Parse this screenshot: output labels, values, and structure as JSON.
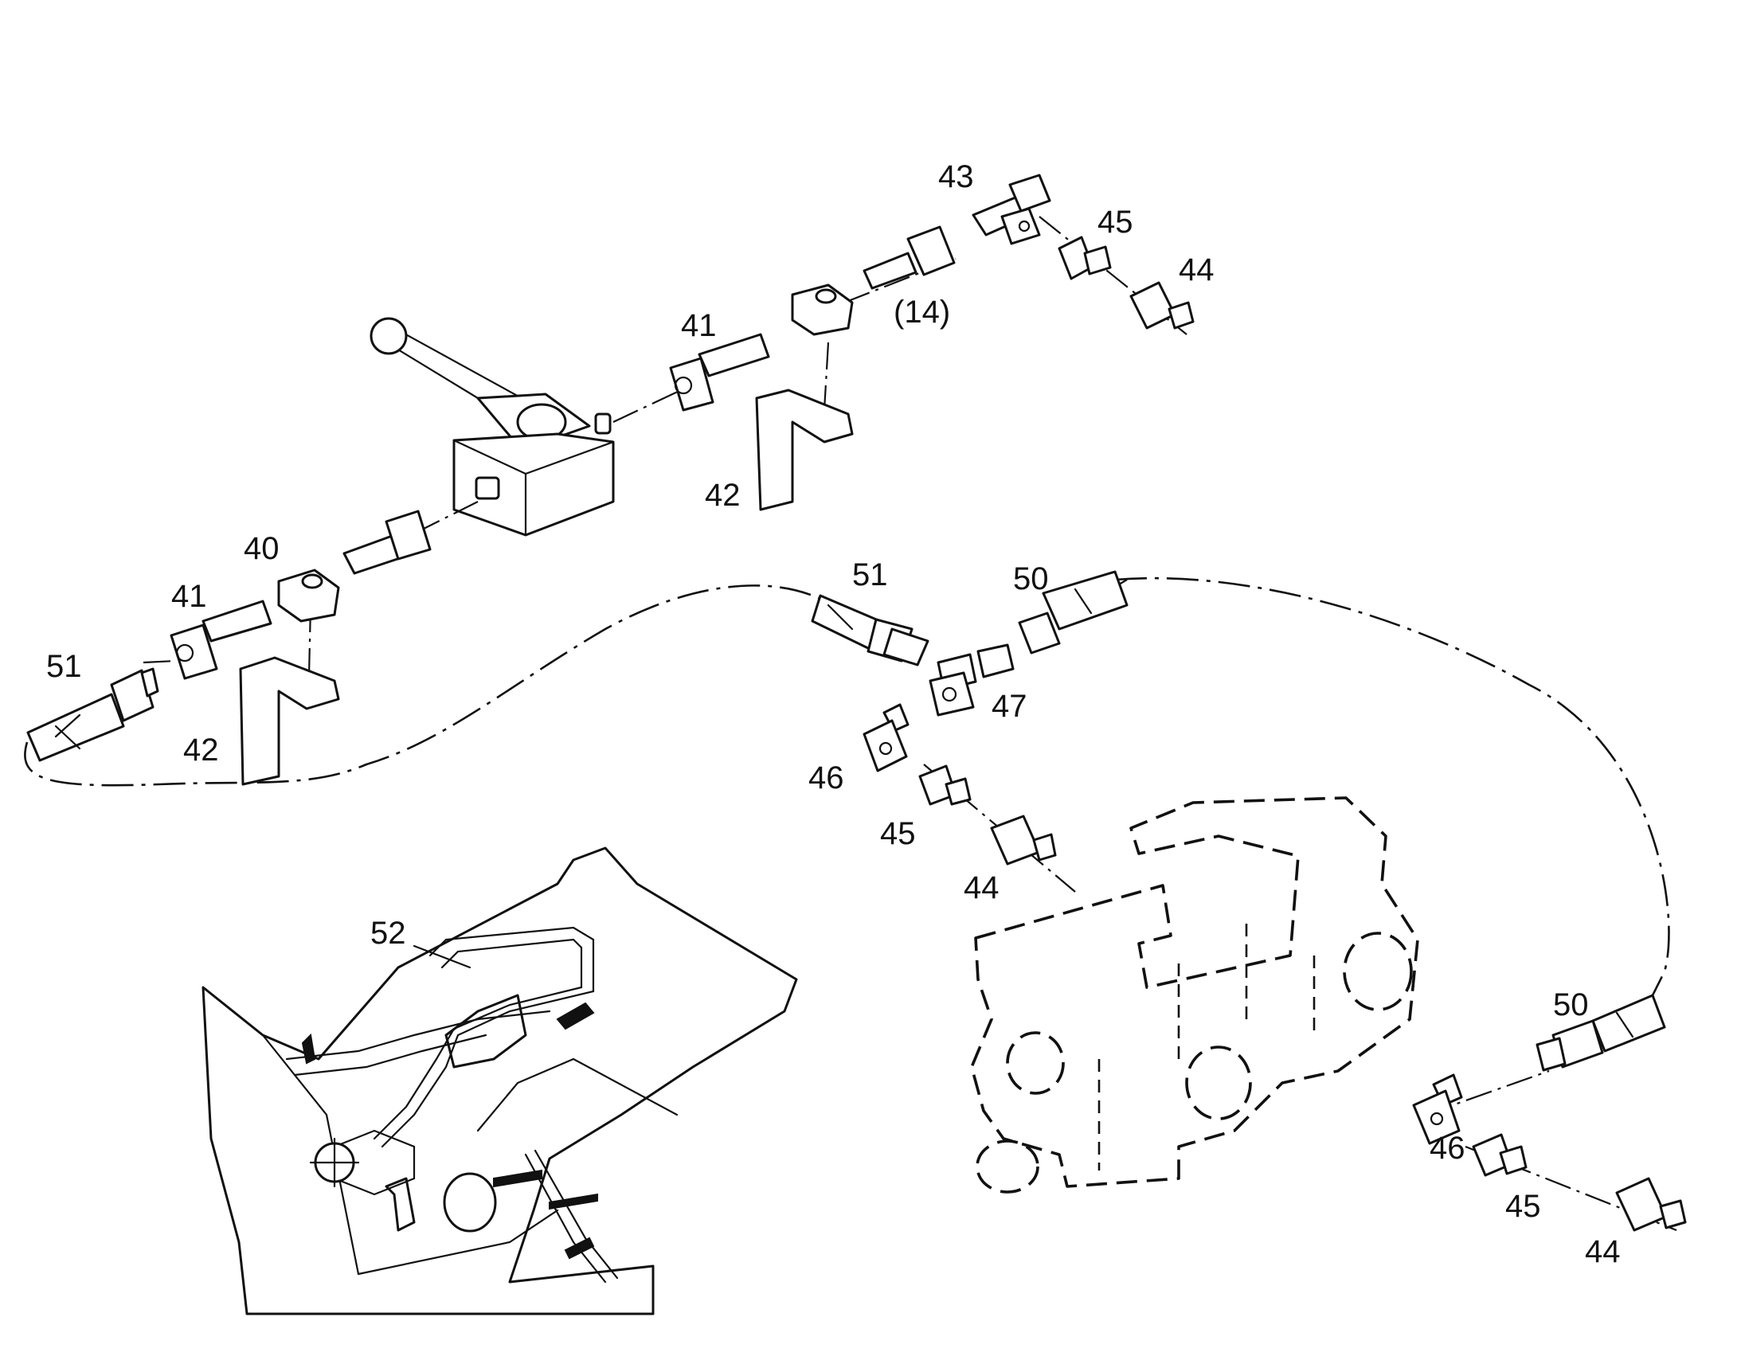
{
  "callouts": [
    {
      "id": "top-right-43",
      "text": "43"
    },
    {
      "id": "top-right-45",
      "text": "45"
    },
    {
      "id": "top-right-44",
      "text": "44"
    },
    {
      "id": "top-14",
      "text": "(14)"
    },
    {
      "id": "top-41",
      "text": "41"
    },
    {
      "id": "top-42",
      "text": "42"
    },
    {
      "id": "left-40",
      "text": "40"
    },
    {
      "id": "left-41",
      "text": "41"
    },
    {
      "id": "left-51",
      "text": "51"
    },
    {
      "id": "left-42",
      "text": "42"
    },
    {
      "id": "mid-51",
      "text": "51"
    },
    {
      "id": "mid-50",
      "text": "50"
    },
    {
      "id": "mid-47",
      "text": "47"
    },
    {
      "id": "mid-46",
      "text": "46"
    },
    {
      "id": "mid-45",
      "text": "45"
    },
    {
      "id": "mid-44",
      "text": "44"
    },
    {
      "id": "engine-52",
      "text": "52"
    },
    {
      "id": "right-50",
      "text": "50"
    },
    {
      "id": "right-46",
      "text": "46"
    },
    {
      "id": "right-45",
      "text": "45"
    },
    {
      "id": "right-44",
      "text": "44"
    }
  ],
  "colors": {
    "line": "#111111",
    "background": "#ffffff"
  }
}
